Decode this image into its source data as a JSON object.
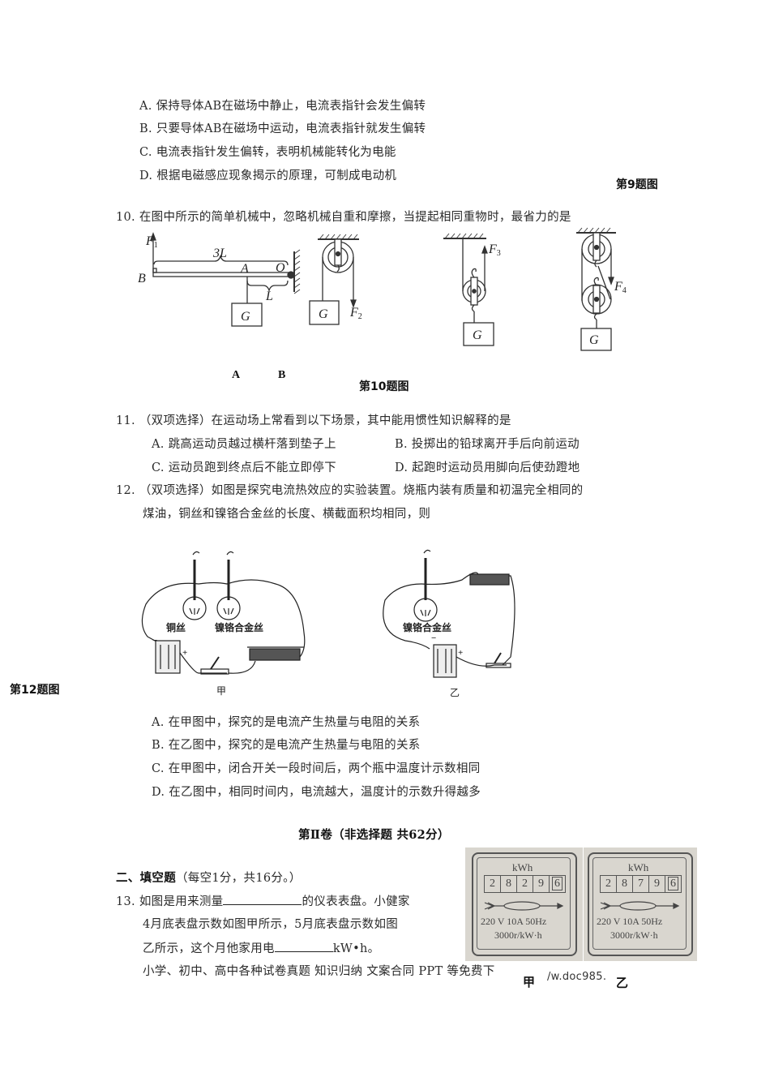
{
  "q9": {
    "options": [
      "A. 保持导体AB在磁场中静止，电流表指针会发生偏转",
      "B. 只要导体AB在磁场中运动，电流表指针就发生偏转",
      "C. 电流表指针发生偏转，表明机械能转化为电能",
      "D. 根据电磁感应现象揭示的原理，可制成电动机"
    ],
    "figure_label": "第9题图"
  },
  "q10": {
    "stem": "10. 在图中所示的简单机械中，忽略机械自重和摩擦，当提起相同重物时，最省力的是",
    "figure_label": "第10题图",
    "sub_labels": [
      "A",
      "B"
    ],
    "diagram_labels": {
      "lever": {
        "force": "F₁",
        "long_arm": "3L",
        "short_arm": "L",
        "end": "B",
        "point": "A",
        "pivot": "O",
        "weight": "G"
      },
      "fixed_pulley": {
        "force": "F₂",
        "weight": "G"
      },
      "movable_pulley": {
        "force": "F₃",
        "weight": "G"
      },
      "pulley_block": {
        "force": "F₄",
        "weight": "G"
      }
    }
  },
  "q11": {
    "stem": "11. （双项选择）在运动场上常看到以下场景，其中能用惯性知识解释的是",
    "options": [
      "A. 跳高运动员越过横杆落到垫子上",
      "B. 投掷出的铅球离开手后向前运动",
      "C. 运动员跑到终点后不能立即停下",
      "D. 起跑时运动员用脚向后使劲蹬地"
    ]
  },
  "q12": {
    "stem_line1": "12. （双项选择）如图是探究电流热效应的实验装置。烧瓶内装有质量和初温完全相同的",
    "stem_line2": "煤油，铜丝和镍铬合金丝的长度、横截面积均相同，则",
    "figure_label": "第12题图",
    "diagram_labels": {
      "jia": {
        "wire1": "铜丝",
        "wire2": "镍铬合金丝",
        "caption": "甲"
      },
      "yi": {
        "wire": "镍铬合金丝",
        "caption": "乙"
      }
    },
    "options": [
      "A. 在甲图中，探究的是电流产生热量与电阻的关系",
      "B. 在乙图中，探究的是电流产生热量与电阻的关系",
      "C. 在甲图中，闭合开关一段时间后，两个瓶中温度计示数相同",
      "D. 在乙图中，相同时间内，电流越大，温度计的示数升得越多"
    ]
  },
  "part2": {
    "title": "第Ⅱ卷（非选择题 共62分）",
    "section_title": "二、填空题",
    "section_note": "（每空1分，共16分。）"
  },
  "q13": {
    "line1_pre": "13. 如图是用来测量",
    "line1_post": "的仪表表盘。小健家",
    "line2": "4月底表盘示数如图甲所示，5月底表盘示数如图",
    "line3_pre": "乙所示，这个月他家用电",
    "line3_post": "kW•h。",
    "meters": [
      {
        "unit": "kWh",
        "digits": [
          "2",
          "8",
          "2",
          "9",
          "6"
        ],
        "spec1": "220 V  10A  50Hz",
        "spec2": "3000r/kW·h",
        "caption": "甲"
      },
      {
        "unit": "kWh",
        "digits": [
          "2",
          "8",
          "7",
          "9",
          "6"
        ],
        "spec1": "220 V  10A  50Hz",
        "spec2": "3000r/kW·h",
        "caption": "乙"
      }
    ]
  },
  "footer": {
    "text": "小学、初中、高中各种试卷真题 知识归纳 文案合同 PPT 等免费下",
    "url_fragment": "/w.doc985."
  }
}
